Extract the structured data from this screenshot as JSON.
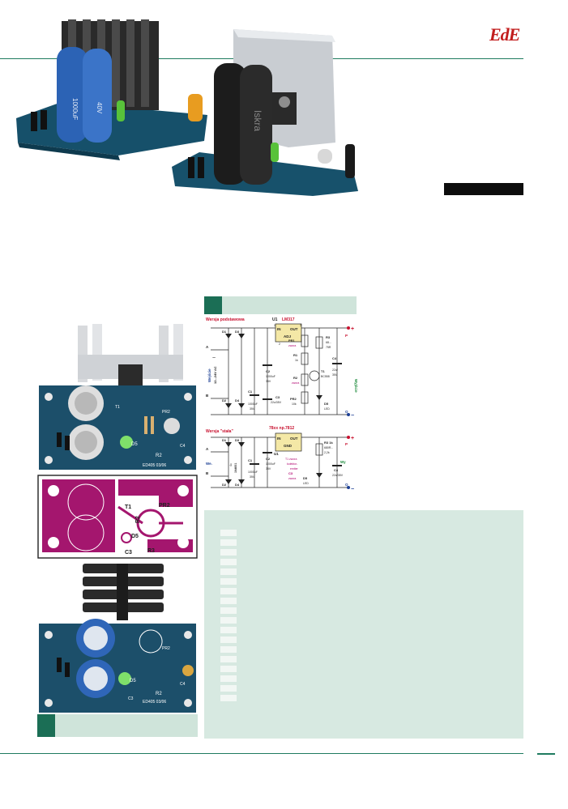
{
  "header": {
    "logo": "EdE"
  },
  "schematic_basic": {
    "title": "Wersja podstawowa",
    "u1": "U1",
    "u1_part": "LM317",
    "in": "IN",
    "out": "OUT",
    "adj": "ADJ",
    "pin1": "1",
    "pin2": "2",
    "pin3": "3",
    "d1": "D1",
    "d2": "D2",
    "d3": "D3",
    "d4": "D4",
    "input_a": "A",
    "input_b": "B",
    "input_label": "Wejście",
    "input_range": "12...24V AC",
    "tilde": "~",
    "c1": "C1",
    "c1_val": "1000uF",
    "c1_volt": "35V",
    "c2": "C2",
    "c2_val": "1000uF",
    "c2_volt": "35V",
    "c3": "C3",
    "c3_val": "22u/35V",
    "c4": "C4",
    "c4_val": "22u/",
    "c4_volt": "35V",
    "pr1": "PR1",
    "pr1_note": "zwora",
    "r1": "R1",
    "r1_val": "1k",
    "r2": "R2",
    "r2_note": "zwora",
    "pr2": "PR2",
    "pr2_val": "10k",
    "r3": "R3",
    "r3_val": "68...",
    "r3_val2": "75R",
    "t1": "T1",
    "t1_part": "BC558",
    "d5": "D5",
    "d5_val": "LED",
    "out_p": "P",
    "out_o": "O",
    "output_label": "Wyjście",
    "plus": "+",
    "minus": "−"
  },
  "schematic_fixed": {
    "title": "Wersja \"stała\"",
    "u1_part": "78xx  np.7812",
    "u1": "U1",
    "in": "IN",
    "out": "OUT",
    "gnd": "GND",
    "d1": "D1",
    "d2": "D2",
    "d3": "D3",
    "d4": "D4",
    "diode_type": "1N4001",
    "diode_count": "4x",
    "input_a": "A",
    "input_b": "B",
    "input_label": "We.",
    "c1": "C1",
    "c1_val": "1000uF",
    "c1_volt": "35V",
    "c2": "C2",
    "c2_val": "1000uF",
    "c2_volt": "35V",
    "c3": "C3",
    "c3_note": "zwora",
    "c4": "C4",
    "c4_val": "22u/35V",
    "t1_note": "T1 zwora",
    "t1_note2": "kolektor-",
    "t1_note3": "emiter",
    "r3": "R3 1k",
    "r3_val": "680R...",
    "r3_val2": "2,2k",
    "d5": "D5",
    "d5_val": "LED",
    "out_p": "P",
    "out_o": "O",
    "output_label": "Wy",
    "plus": "+",
    "minus": "−"
  },
  "pcb": {
    "t1": "T1",
    "pr2": "PR2",
    "r2": "R2",
    "r3": "R3",
    "d5": "D5",
    "c3": "C3"
  },
  "photo_board_a": {
    "silk_d5": "D5",
    "silk_r2": "R2",
    "silk_code": "ED405 03/06",
    "silk_c4": "C4",
    "silk_pr2": "PR2",
    "silk_t1": "T1"
  },
  "photo_board_b": {
    "silk_d5": "D5",
    "silk_r2": "R2",
    "silk_code": "ED405 03/06",
    "silk_c4": "C4",
    "silk_c3": "C3",
    "silk_pr2": "PR2"
  },
  "photo_top": {
    "cap_text1": "1000uF",
    "cap_text2": "40V",
    "cap_brand": "Iskra"
  },
  "colors": {
    "accent": "#1b6e55",
    "panel": "#d7e9e1",
    "logo": "#c21d1d",
    "schematic_red": "#c8102e",
    "schematic_magenta": "#b0006e",
    "schematic_blue": "#1c3f94",
    "schematic_green": "#1b8a3a",
    "pcb_magenta": "#a4166e"
  }
}
